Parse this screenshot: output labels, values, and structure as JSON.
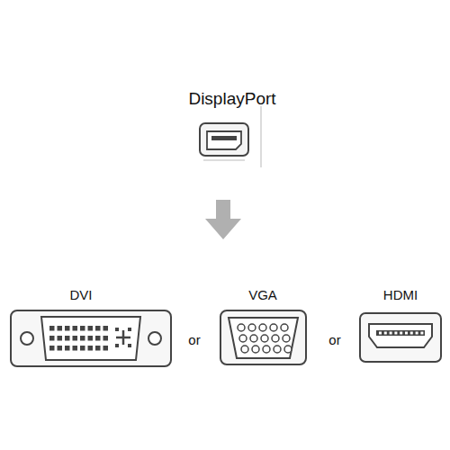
{
  "diagram": {
    "labels": [
      "DisplayPort",
      "DVI",
      "or",
      "VGA",
      "or",
      "HDMI"
    ]
  }
}
